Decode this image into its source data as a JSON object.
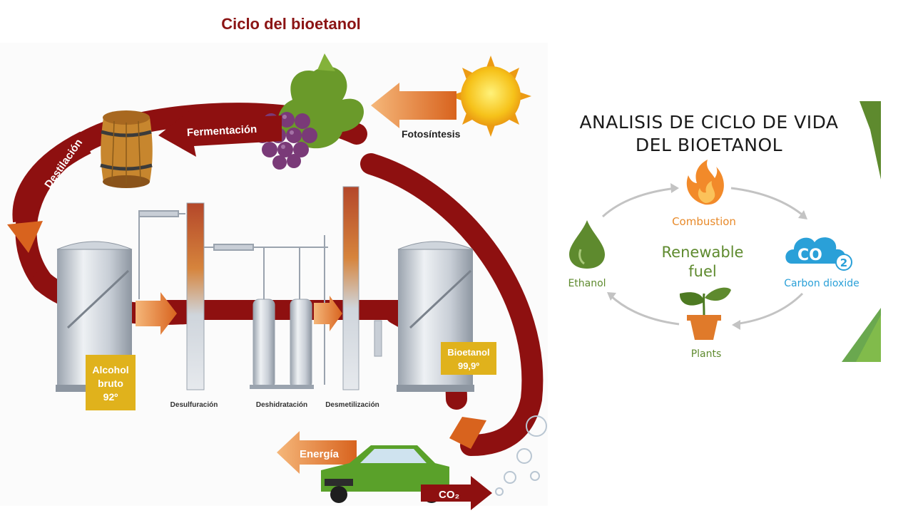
{
  "left": {
    "title": "Ciclo del bioetanol",
    "labels": {
      "fermentacion": "Fermentación",
      "fotosintesis": "Fotosíntesis",
      "destilacion": "Destilación",
      "desulfuracion": "Desulfuración",
      "deshidratacion": "Deshidratación",
      "desmetilizacion": "Desmetilización",
      "energia": "Energía",
      "co2": "CO₂"
    },
    "alcohol_box": [
      "Alcohol",
      "bruto",
      "92º"
    ],
    "bioetanol_box": [
      "Bioetanol",
      "99,9º"
    ]
  },
  "right": {
    "title_lines": [
      "ANALISIS DE CICLO DE VIDA",
      "DEL BIOETANOL"
    ],
    "nodes": {
      "combustion": "Combustion",
      "ethanol": "Ethanol",
      "carbon_dioxide": "Carbon dioxide",
      "plants": "Plants",
      "co2_badge_main": "CO",
      "co2_badge_sub": "2"
    },
    "center": [
      "Renewable",
      "fuel"
    ]
  },
  "colors": {
    "title_red": "#8b1414",
    "arrow_dark_red": "#8e1010",
    "arrow_orange": "#e8772e",
    "label_yellow": "#e0b21c",
    "accent_green": "#5e8a2e",
    "co2_blue": "#2aa0d8",
    "flame_orange": "#f28a2a",
    "pot_orange": "#e07a2a",
    "slide_green": "#6aa84f"
  }
}
